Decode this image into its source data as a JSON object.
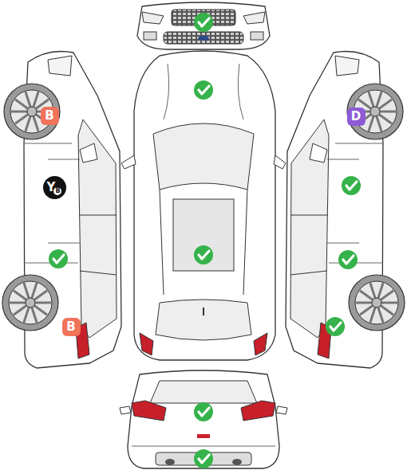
{
  "diagram": {
    "nodes": [
      {
        "text": [
          "B"
        ]
      },
      {
        "text": [
          "D"
        ]
      },
      {
        "text": [
          "Y",
          "B"
        ]
      },
      {
        "text": [
          "B"
        ]
      }
    ]
  }
}
